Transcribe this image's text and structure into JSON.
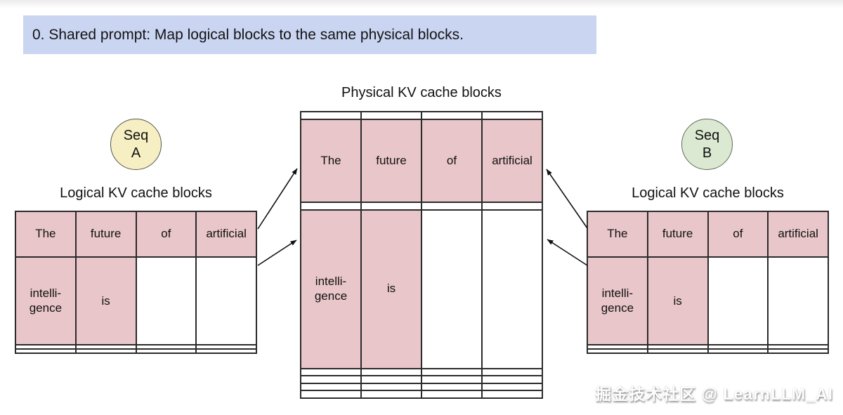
{
  "title": {
    "text": "0. Shared prompt: Map logical blocks to the same physical blocks."
  },
  "colors": {
    "banner-bg": "#cad5f2",
    "cell-fill": "#e9c6c9",
    "seq-a-fill": "#f6efc3",
    "seq-b-fill": "#dbe9d2",
    "grid-border": "#2b2b2b"
  },
  "physical_table": {
    "label": "Physical KV cache blocks",
    "rows": [
      [
        {
          "text": "",
          "filled": false
        },
        {
          "text": "",
          "filled": false
        },
        {
          "text": "",
          "filled": false
        },
        {
          "text": "",
          "filled": false
        }
      ],
      [
        {
          "text": "The",
          "filled": true
        },
        {
          "text": "future",
          "filled": true
        },
        {
          "text": "of",
          "filled": true
        },
        {
          "text": "artificial",
          "filled": true
        }
      ],
      [
        {
          "text": "",
          "filled": false
        },
        {
          "text": "",
          "filled": false
        },
        {
          "text": "",
          "filled": false
        },
        {
          "text": "",
          "filled": false
        }
      ],
      [
        {
          "text": "intelli-gence",
          "filled": true
        },
        {
          "text": "is",
          "filled": true
        },
        {
          "text": "",
          "filled": false
        },
        {
          "text": "",
          "filled": false
        }
      ],
      [
        {
          "text": "",
          "filled": false
        },
        {
          "text": "",
          "filled": false
        },
        {
          "text": "",
          "filled": false
        },
        {
          "text": "",
          "filled": false
        }
      ],
      [
        {
          "text": "",
          "filled": false
        },
        {
          "text": "",
          "filled": false
        },
        {
          "text": "",
          "filled": false
        },
        {
          "text": "",
          "filled": false
        }
      ],
      [
        {
          "text": "",
          "filled": false
        },
        {
          "text": "",
          "filled": false
        },
        {
          "text": "",
          "filled": false
        },
        {
          "text": "",
          "filled": false
        }
      ],
      [
        {
          "text": "",
          "filled": false
        },
        {
          "text": "",
          "filled": false
        },
        {
          "text": "",
          "filled": false
        },
        {
          "text": "",
          "filled": false
        }
      ]
    ]
  },
  "sequence_a": {
    "badge": [
      "Seq",
      "A"
    ],
    "table_label": "Logical KV cache blocks",
    "rows": [
      [
        {
          "text": "The",
          "filled": true
        },
        {
          "text": "future",
          "filled": true
        },
        {
          "text": "of",
          "filled": true
        },
        {
          "text": "artificial",
          "filled": true
        }
      ],
      [
        {
          "text": "intelli-gence",
          "filled": true
        },
        {
          "text": "is",
          "filled": true
        },
        {
          "text": "",
          "filled": false
        },
        {
          "text": "",
          "filled": false
        }
      ],
      [
        {
          "text": "",
          "filled": false
        },
        {
          "text": "",
          "filled": false
        },
        {
          "text": "",
          "filled": false
        },
        {
          "text": "",
          "filled": false
        }
      ],
      [
        {
          "text": "",
          "filled": false
        },
        {
          "text": "",
          "filled": false
        },
        {
          "text": "",
          "filled": false
        },
        {
          "text": "",
          "filled": false
        }
      ]
    ]
  },
  "sequence_b": {
    "badge": [
      "Seq",
      "B"
    ],
    "table_label": "Logical KV cache blocks",
    "rows": [
      [
        {
          "text": "The",
          "filled": true
        },
        {
          "text": "future",
          "filled": true
        },
        {
          "text": "of",
          "filled": true
        },
        {
          "text": "artificial",
          "filled": true
        }
      ],
      [
        {
          "text": "intelli-gence",
          "filled": true
        },
        {
          "text": "is",
          "filled": true
        },
        {
          "text": "",
          "filled": false
        },
        {
          "text": "",
          "filled": false
        }
      ],
      [
        {
          "text": "",
          "filled": false
        },
        {
          "text": "",
          "filled": false
        },
        {
          "text": "",
          "filled": false
        },
        {
          "text": "",
          "filled": false
        }
      ],
      [
        {
          "text": "",
          "filled": false
        },
        {
          "text": "",
          "filled": false
        },
        {
          "text": "",
          "filled": false
        },
        {
          "text": "",
          "filled": false
        }
      ]
    ]
  },
  "watermark": {
    "text": "掘金技术社区 @ LearnLLM_AI"
  }
}
